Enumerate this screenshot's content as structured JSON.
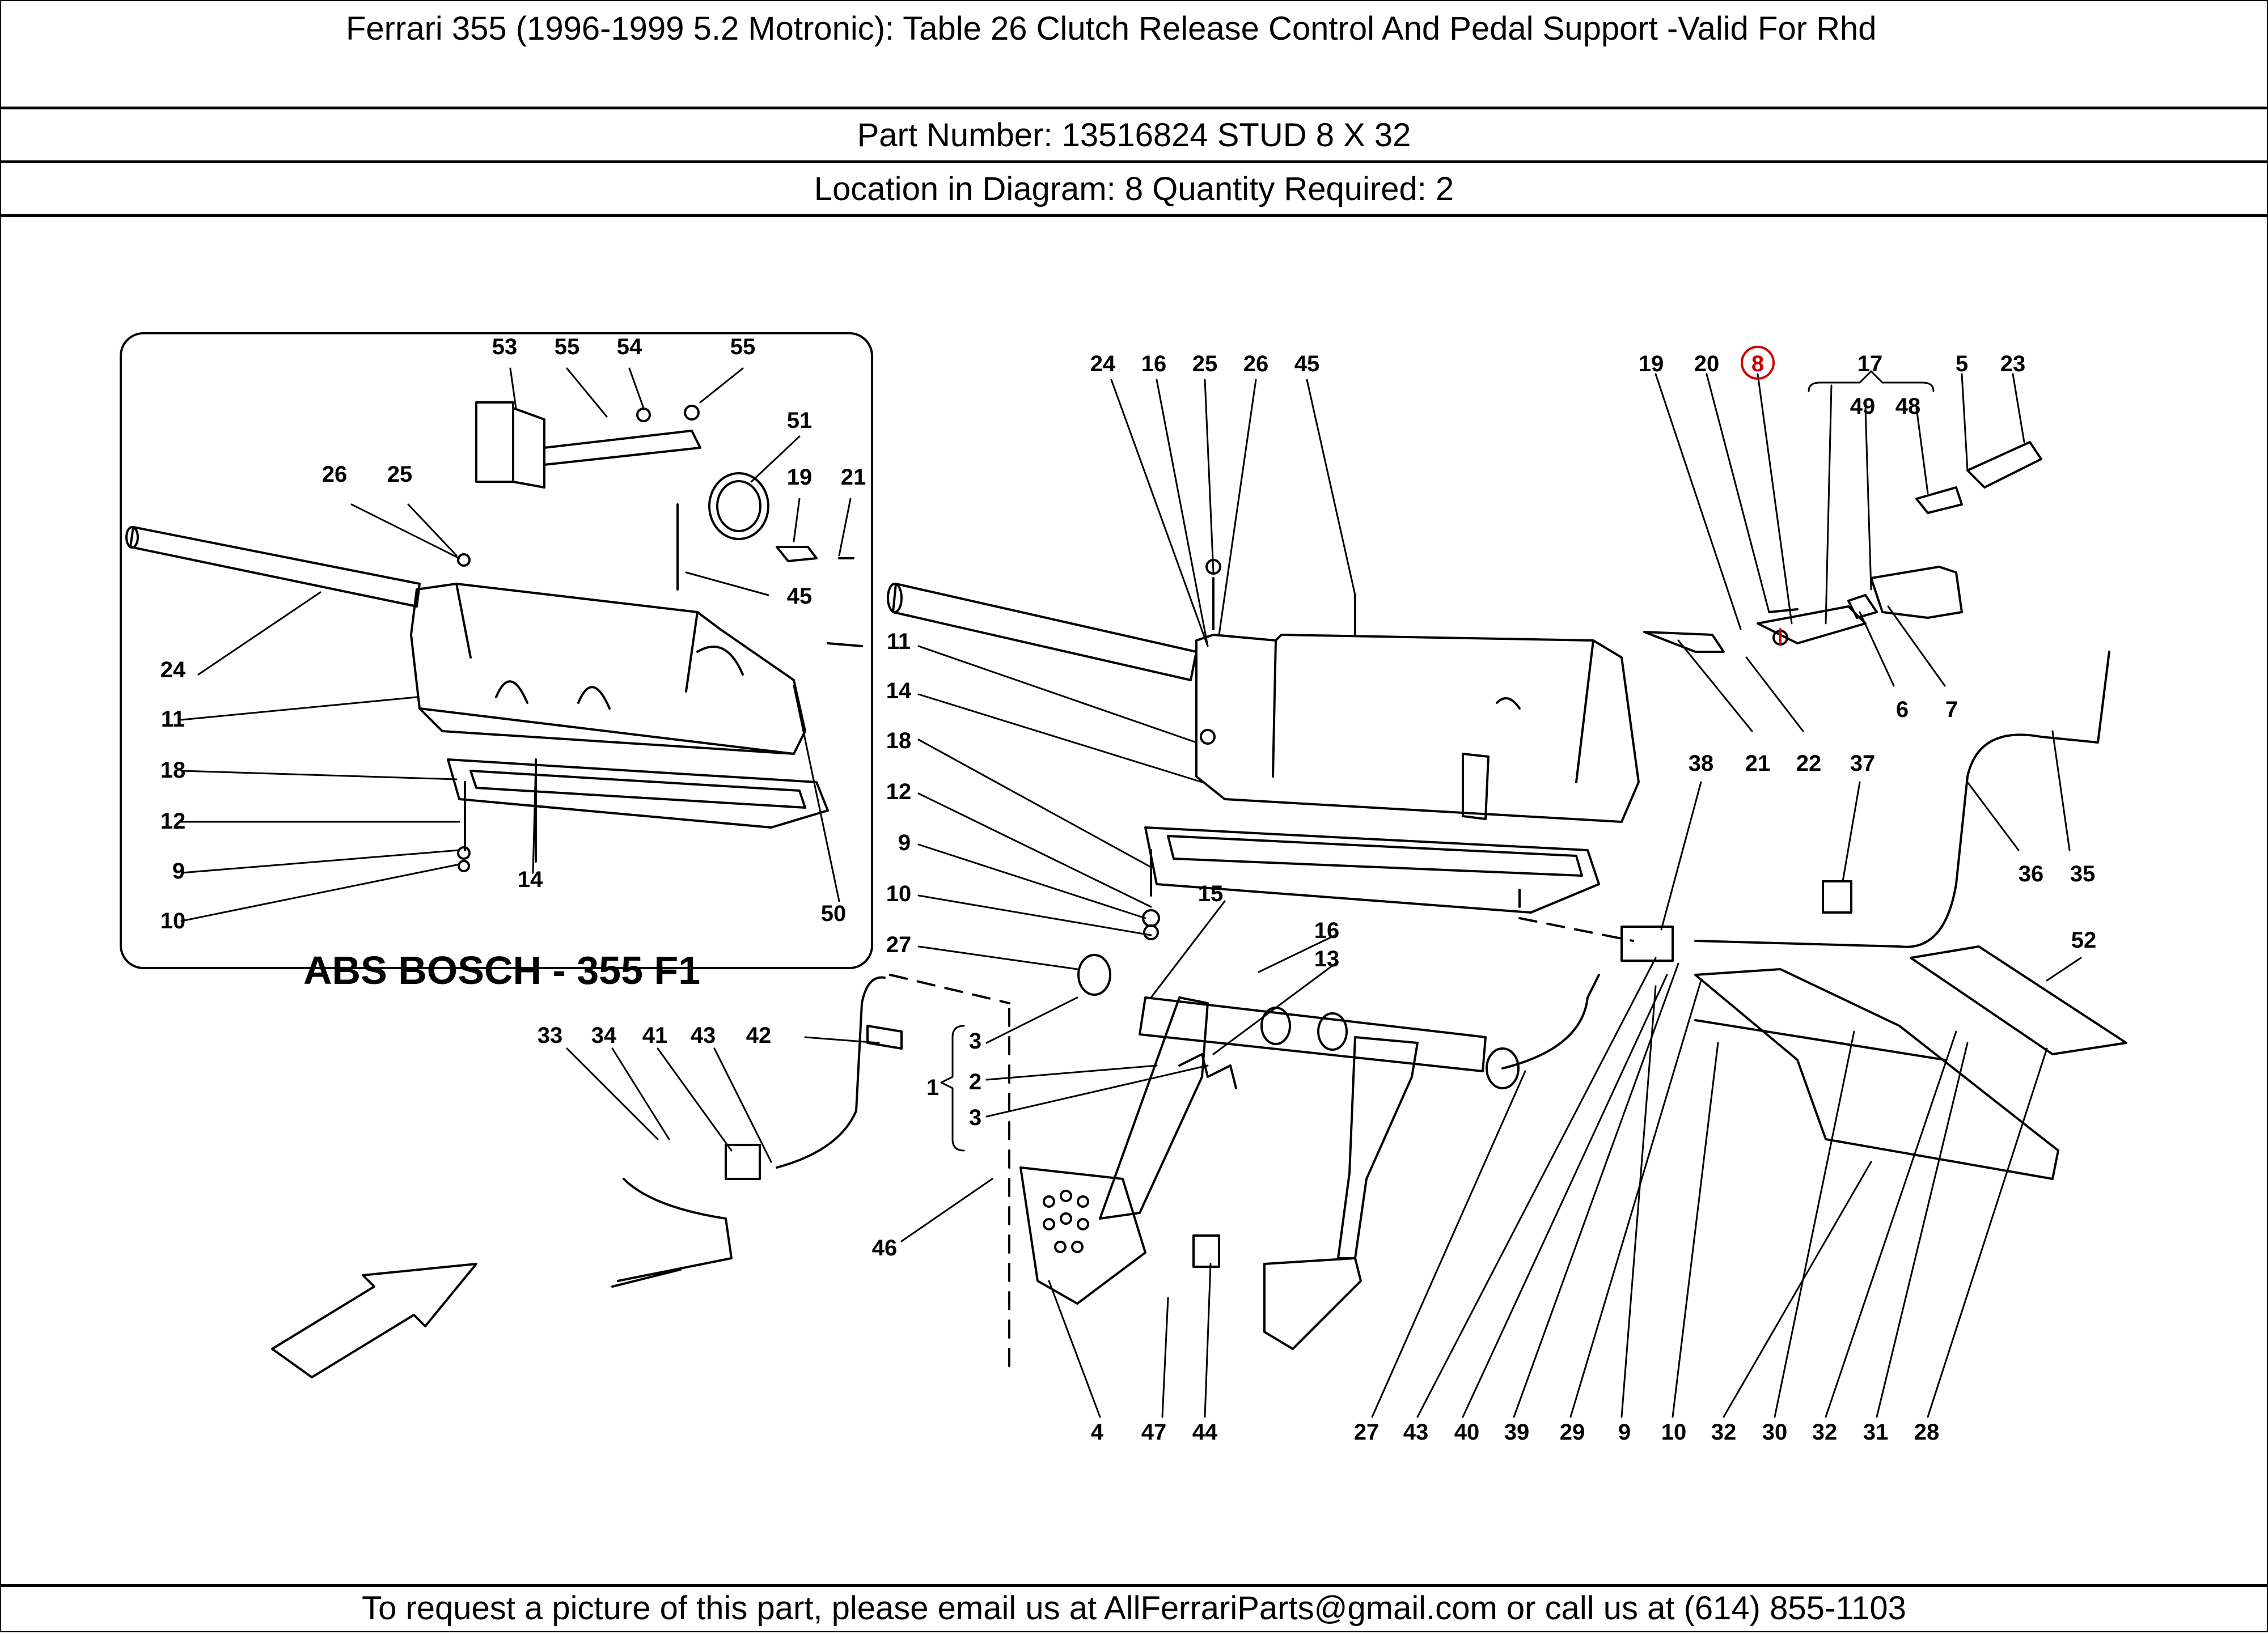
{
  "header": {
    "title": "Ferrari 355 (1996-1999 5.2 Motronic):   Table 26 Clutch Release Control And Pedal Support -Valid For Rhd",
    "part_line": "Part Number: 13516824   STUD 8 X 32",
    "location_line": "Location in Diagram: 8   Quantity Required: 2"
  },
  "diagram": {
    "inset_label": "ABS BOSCH - 355 F1",
    "highlight_color": "#cc0000",
    "inset_callouts": [
      "53",
      "55",
      "54",
      "55",
      "51",
      "26",
      "25",
      "19",
      "21",
      "45",
      "24",
      "11",
      "18",
      "12",
      "9",
      "10",
      "14",
      "50"
    ],
    "main_callouts": [
      "24",
      "16",
      "25",
      "26",
      "45",
      "11",
      "14",
      "18",
      "12",
      "9",
      "10",
      "27",
      "15",
      "16",
      "13",
      "3",
      "2",
      "3",
      "1",
      "33",
      "34",
      "41",
      "43",
      "42",
      "46",
      "4",
      "47",
      "44",
      "27",
      "43",
      "40",
      "39",
      "29",
      "9",
      "10",
      "32",
      "30",
      "32",
      "31",
      "28",
      "19",
      "20",
      "8",
      "17",
      "49",
      "48",
      "5",
      "23",
      "6",
      "7",
      "21",
      "22",
      "38",
      "37",
      "36",
      "35",
      "52"
    ]
  },
  "footer": {
    "text": "To request a picture of this part, please email us at AllFerrariParts@gmail.com or call us at (614) 855-1103"
  }
}
